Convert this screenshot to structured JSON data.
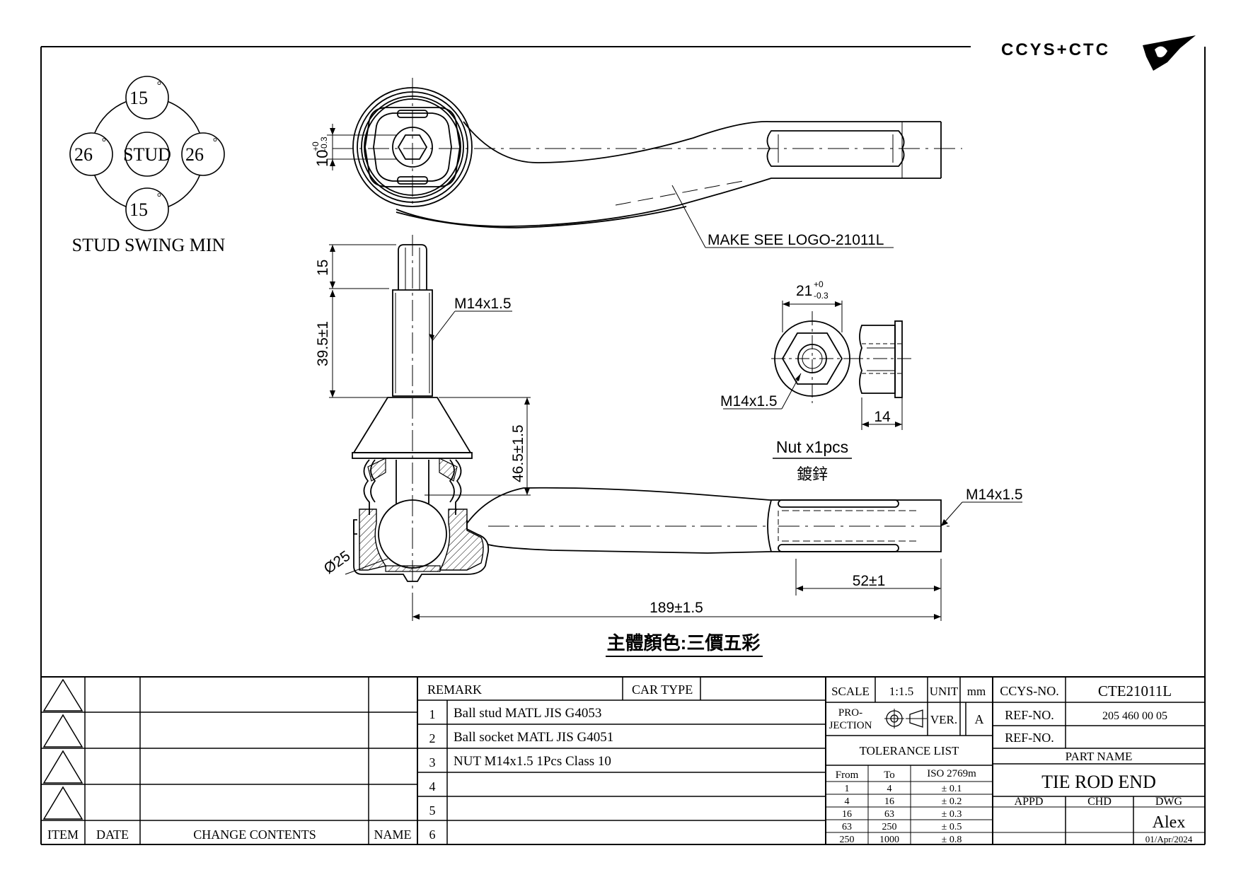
{
  "logo": {
    "text": "CCYS+CTC"
  },
  "stud_swing": {
    "center": "STUD",
    "top": "15",
    "bottom": "15",
    "left": "26",
    "right": "26",
    "degree": "°",
    "caption": "STUD SWING MIN"
  },
  "top_view": {
    "dim_hex_main": "10",
    "dim_hex_tol_upper": "+0",
    "dim_hex_tol_lower": "-0.3",
    "logo_note": "MAKE SEE LOGO-21011L"
  },
  "side_view": {
    "dim_spline": "15",
    "dim_thread": "39.5±1",
    "thread_spec": "M14x1.5",
    "dim_height": "46.5±1.5",
    "ball_dia": "Ø25",
    "rod_thread": "M14x1.5",
    "dim_thread_len": "52±1",
    "dim_total": "189±1.5"
  },
  "nut": {
    "dim_main": "21",
    "dim_tol_upper": "+0",
    "dim_tol_lower": "-0.3",
    "thread": "M14x1.5",
    "thickness": "14",
    "qty": "Nut x1pcs",
    "finish": "鍍鋅"
  },
  "body_color": "主體顏色:三價五彩",
  "title_block": {
    "revision_headers": {
      "item": "ITEM",
      "date": "DATE",
      "change": "CHANGE CONTENTS",
      "name": "NAME"
    },
    "remark_label": "REMARK",
    "car_type_label": "CAR TYPE",
    "remarks": [
      {
        "no": "1",
        "text": "Ball stud MATL JIS G4053"
      },
      {
        "no": "2",
        "text": "Ball socket MATL JIS G4051"
      },
      {
        "no": "3",
        "text": "NUT M14x1.5 1Pcs Class 10"
      },
      {
        "no": "4",
        "text": ""
      },
      {
        "no": "5",
        "text": ""
      },
      {
        "no": "6",
        "text": ""
      }
    ],
    "scale_label": "SCALE",
    "scale_value": "1:1.5",
    "unit_label": "UNIT",
    "unit_value": "mm",
    "projection_label_1": "PRO-",
    "projection_label_2": "JECTION",
    "ver_label": "VER.",
    "ver_value": "A",
    "tolerance_title": "TOLERANCE LIST",
    "tolerance_headers": {
      "from": "From",
      "to": "To",
      "iso": "ISO 2769m"
    },
    "tolerance_rows": [
      {
        "from": "1",
        "to": "4",
        "tol": "± 0.1"
      },
      {
        "from": "4",
        "to": "16",
        "tol": "± 0.2"
      },
      {
        "from": "16",
        "to": "63",
        "tol": "± 0.3"
      },
      {
        "from": "63",
        "to": "250",
        "tol": "± 0.5"
      },
      {
        "from": "250",
        "to": "1000",
        "tol": "± 0.8"
      }
    ],
    "ccys_no_label": "CCYS-NO.",
    "ccys_no_value": "CTE21011L",
    "ref_no_label_1": "REF-NO.",
    "ref_no_value_1": "205 460 00 05",
    "ref_no_label_2": "REF-NO.",
    "ref_no_value_2": "",
    "part_name_label": "PART NAME",
    "part_name_value": "TIE ROD END",
    "appd_label": "APPD",
    "chd_label": "CHD",
    "dwg_label": "DWG",
    "dwg_name": "Alex",
    "dwg_date": "01/Apr/2024"
  }
}
